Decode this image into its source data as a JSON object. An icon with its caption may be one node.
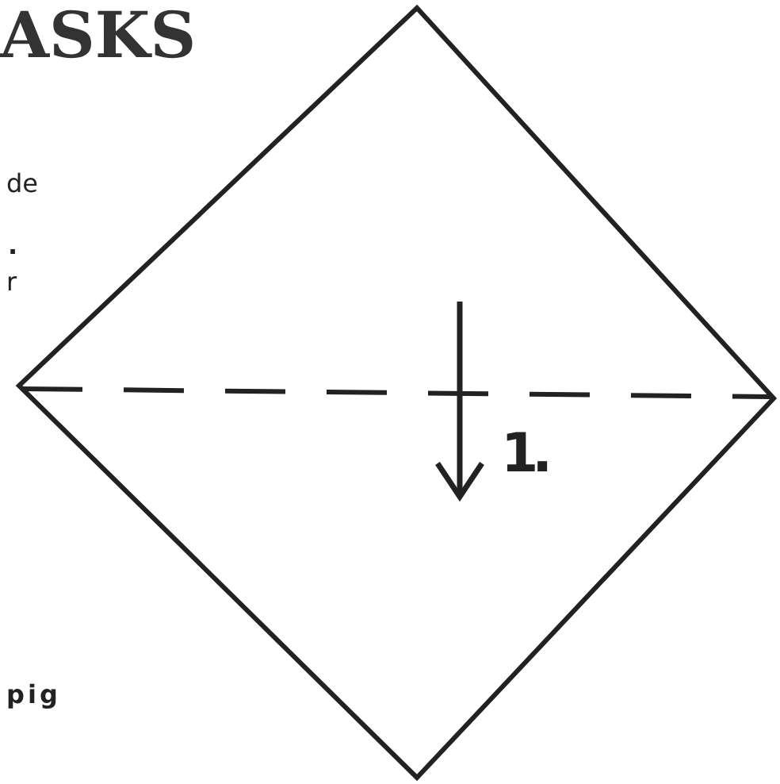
{
  "diagram": {
    "title": "ASKS",
    "labels": [
      "de",
      ".",
      "r",
      "pig",
      "1."
    ]
  }
}
